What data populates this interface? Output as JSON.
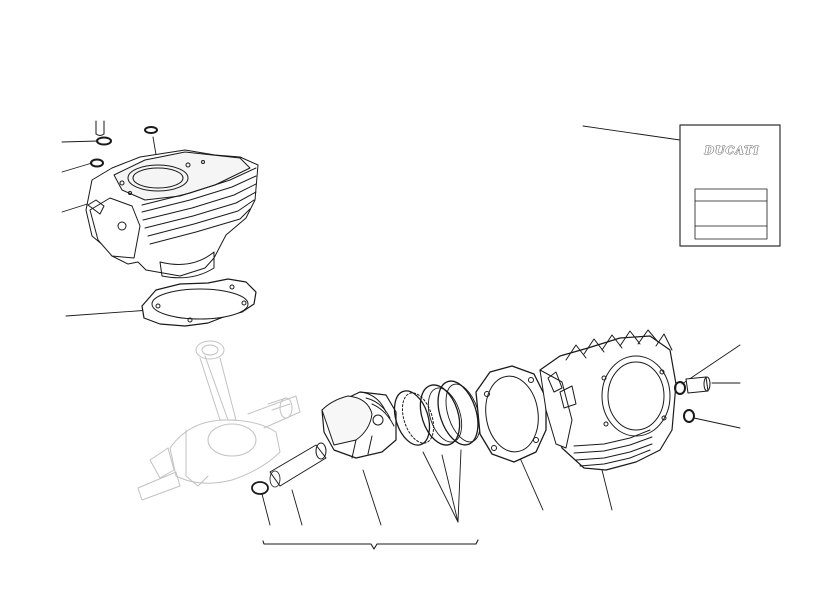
{
  "diagram": {
    "card": {
      "brand": "DUCATI"
    },
    "parts": [
      "cylinder-head-assembly",
      "head-gasket",
      "connecting-rod-crankshaft",
      "circlip",
      "piston-pin",
      "piston",
      "piston-rings",
      "base-gasket",
      "cylinder-barrel",
      "o-rings",
      "dowel-pin"
    ],
    "colors": {
      "line": "#1a1a1a",
      "ghost": "#c2c2c2",
      "card_border": "#333333"
    }
  }
}
